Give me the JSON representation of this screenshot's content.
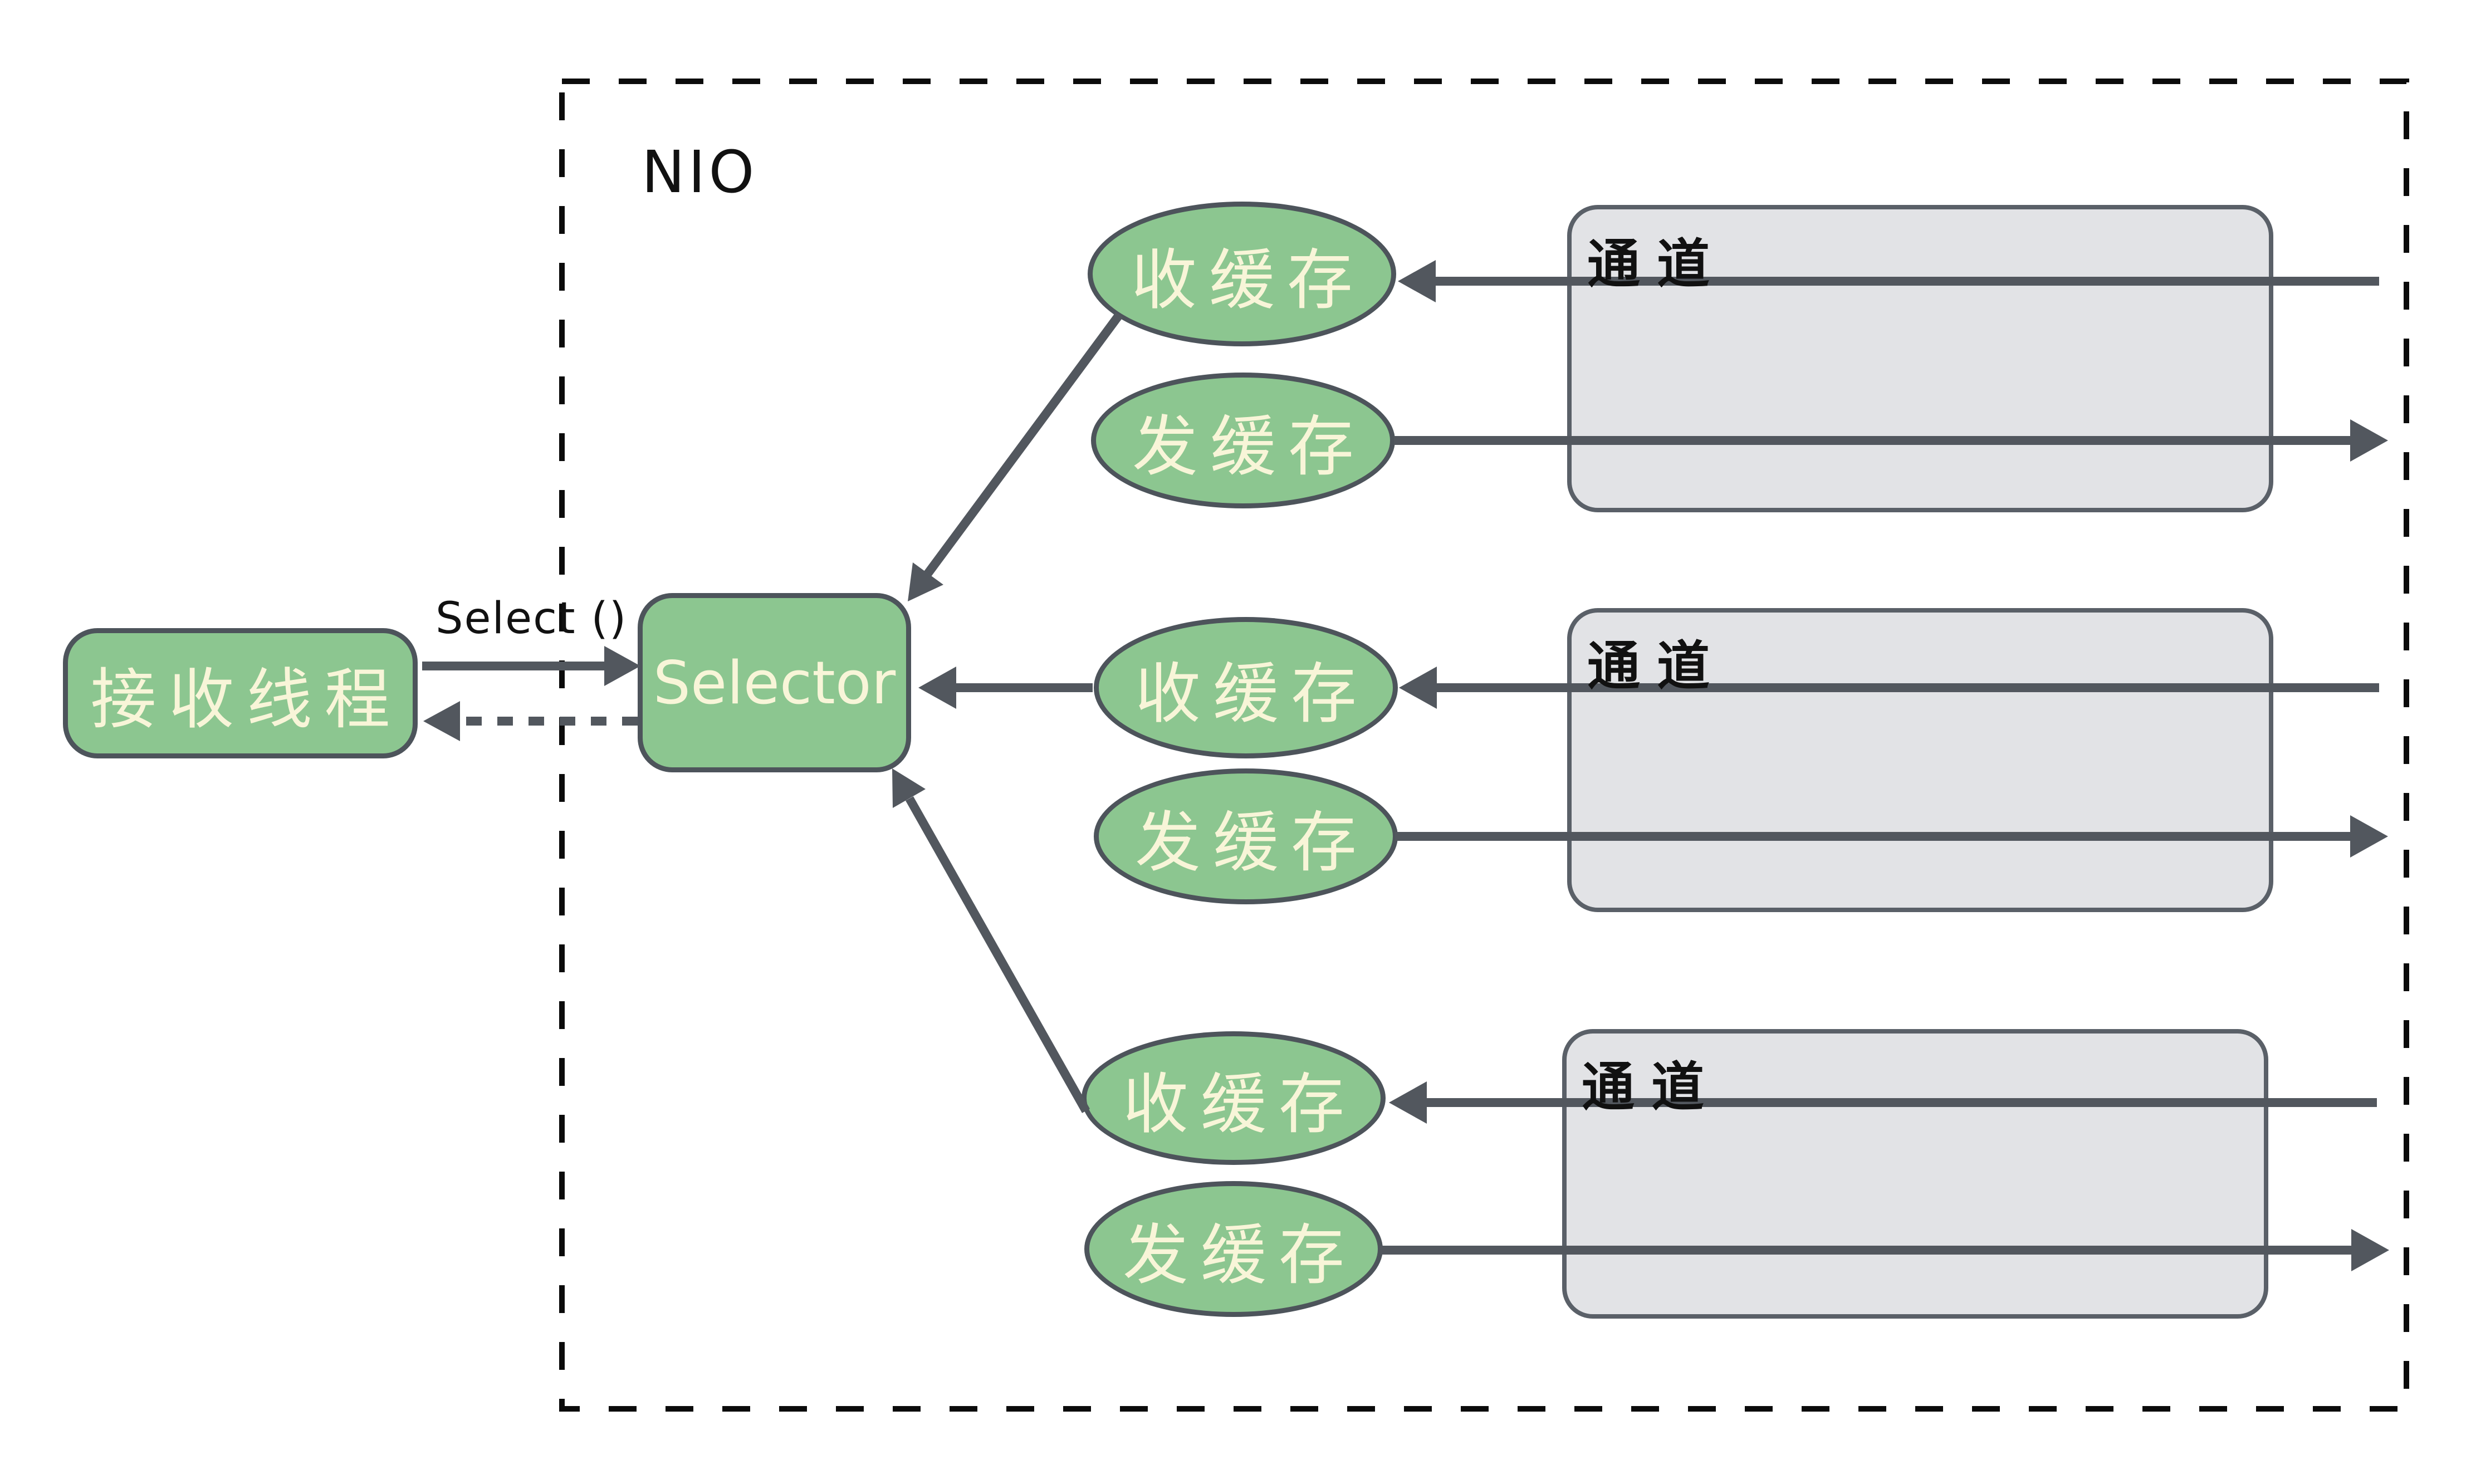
{
  "diagram": {
    "frame_title": "NIO",
    "select_call_label": "Select ()",
    "receiver_thread_label": "接收线程",
    "selector_label": "Selector",
    "channels": [
      {
        "name": "通道",
        "recv_buffer": "收缓存",
        "send_buffer": "发缓存"
      },
      {
        "name": "通道",
        "recv_buffer": "收缓存",
        "send_buffer": "发缓存"
      },
      {
        "name": "通道",
        "recv_buffer": "收缓存",
        "send_buffer": "发缓存"
      }
    ],
    "colors": {
      "node_fill": "#8cc690",
      "node_border": "#4d545b",
      "node_text": "#f8f5d8",
      "channel_fill": "#e2e3e6",
      "channel_border": "#5a6068",
      "wire": "#52575e",
      "frame_dash": "#0b0b0b",
      "label_text": "#111111",
      "background": "#ffffff"
    }
  }
}
